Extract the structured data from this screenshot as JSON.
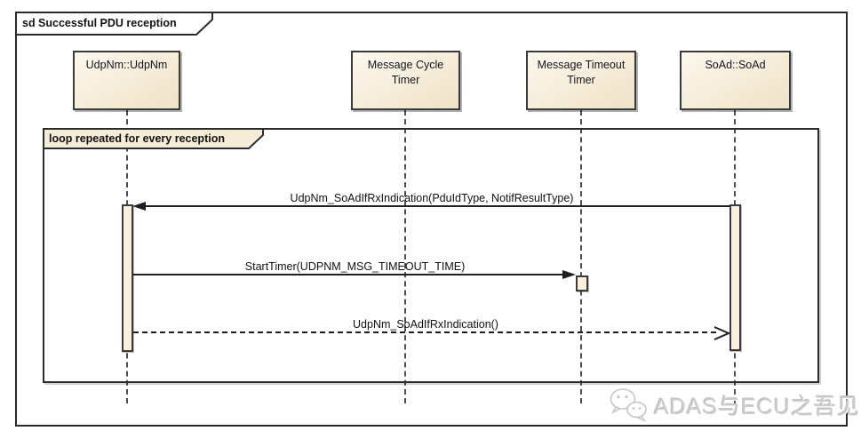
{
  "title": "sd Successful PDU reception",
  "lifelines": [
    {
      "label": "UdpNm::UdpNm"
    },
    {
      "label": "Message Cycle Timer"
    },
    {
      "label": "Message Timeout Timer"
    },
    {
      "label": "SoAd::SoAd"
    }
  ],
  "loop": {
    "label": "loop repeated for every reception"
  },
  "messages": [
    {
      "label": "UdpNm_SoAdIfRxIndication(PduIdType, NotifResultType)",
      "from": "SoAd::SoAd",
      "to": "UdpNm::UdpNm",
      "kind": "sync-call"
    },
    {
      "label": "StartTimer(UDPNM_MSG_TIMEOUT_TIME)",
      "from": "UdpNm::UdpNm",
      "to": "Message Timeout Timer",
      "kind": "sync-call"
    },
    {
      "label": "UdpNm_SoAdIfRxIndication()",
      "from": "UdpNm::UdpNm",
      "to": "SoAd::SoAd",
      "kind": "return"
    }
  ],
  "watermark": {
    "icon": "wechat-icon",
    "text": "ADAS与ECU之吾见"
  },
  "colors": {
    "frame-border": "#2b2b2b",
    "head-fill-top": "#fcf8ee",
    "head-fill-bottom": "#efe2c7",
    "activation-fill": "#faf0dc",
    "tab-fill": "#f5ecd7",
    "line": "#1f1f1f",
    "watermark": "#cccccc"
  }
}
